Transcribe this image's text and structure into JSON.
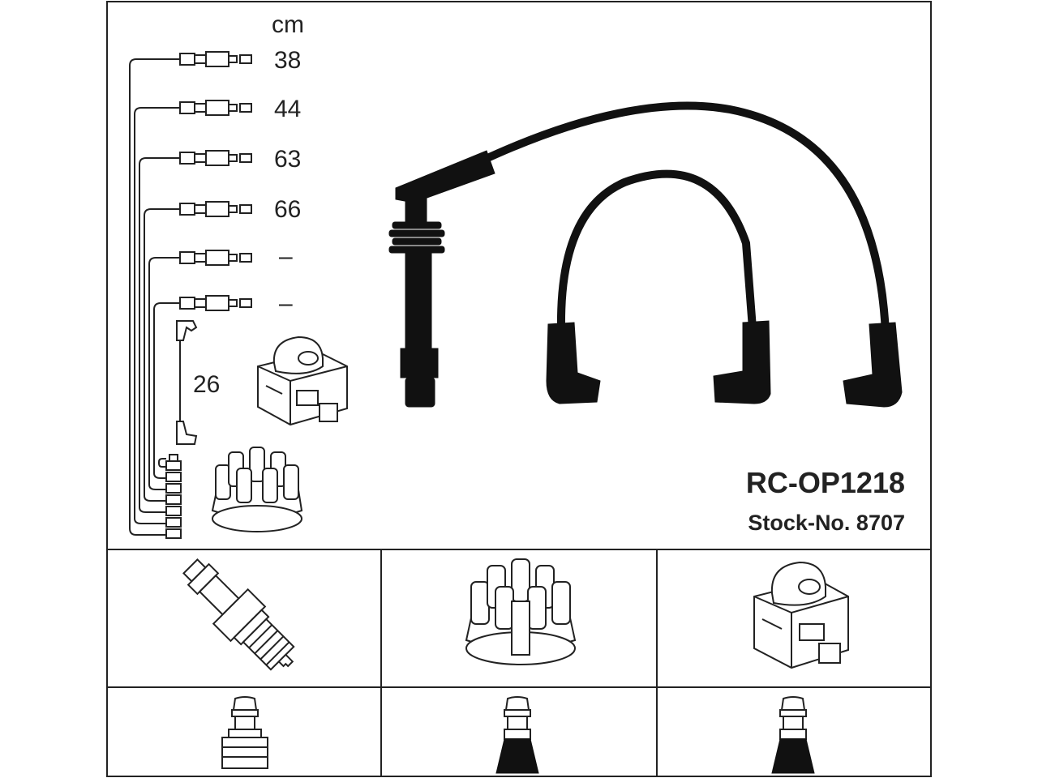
{
  "unit_label": "cm",
  "cable_lengths": [
    "38",
    "44",
    "63",
    "66",
    "–",
    "–"
  ],
  "coil_cable_length": "26",
  "product": {
    "model": "RC-OP1218",
    "stock_number": "Stock-No. 8707"
  },
  "colors": {
    "line": "#222222",
    "cable": "#111111",
    "background": "#ffffff"
  },
  "icons": {
    "bottom_row_top": [
      "spark-plug-icon",
      "distributor-cap-icon",
      "ignition-coil-icon"
    ],
    "bottom_row_bottom": [
      "plug-boot-connector-icon",
      "cap-terminal-icon",
      "coil-terminal-icon"
    ]
  }
}
